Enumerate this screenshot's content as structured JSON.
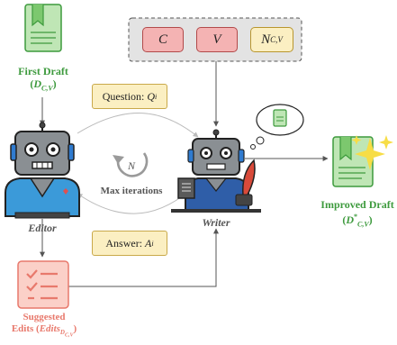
{
  "inputs": {
    "c": "C",
    "v": "V",
    "n_main": "N",
    "n_sub": "C,V"
  },
  "first_draft": {
    "title": "First Draft",
    "symbol_open": "(",
    "symbol_main": "D",
    "symbol_sub": "C,V",
    "symbol_close": ")"
  },
  "question": {
    "prefix": "Question: ",
    "main": "Q",
    "sub": "i"
  },
  "answer": {
    "prefix": "Answer: ",
    "main": "A",
    "sub": "i"
  },
  "loop": {
    "count": "N",
    "label": "Max iterations"
  },
  "editor": {
    "label": "Editor"
  },
  "writer": {
    "label": "Writer"
  },
  "improved_draft": {
    "title": "Improved Draft",
    "symbol_open": "(",
    "symbol_main": "D",
    "symbol_sup": "*",
    "symbol_sub": "C,V",
    "symbol_close": ")"
  },
  "suggested_edits": {
    "line1": "Suggested",
    "line2_prefix": "Edits (",
    "line2_main": "Edits",
    "line2_sub": "D",
    "line2_subsub": "C,V",
    "line2_close": ")"
  },
  "colors": {
    "draft_green": "#3d9a3d",
    "edits_salmon": "#e8796c",
    "note_yellow": "#fbefc2",
    "chip_red": "#f4b3b3"
  }
}
